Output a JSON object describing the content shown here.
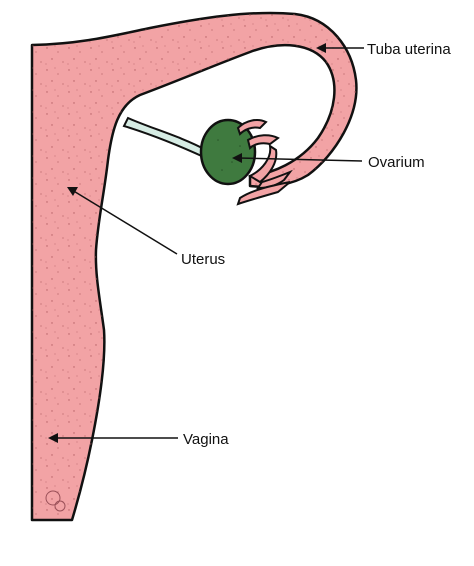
{
  "labels": {
    "tuba": "Tuba uterina",
    "ovarium": "Ovarium",
    "uterus": "Uterus",
    "vagina": "Vagina"
  },
  "colors": {
    "tissue": "#f2a3a5",
    "ovary": "#3f7a3f",
    "ligament": "#d6ece4",
    "outline": "#111111",
    "speckle": "#b45f64"
  }
}
